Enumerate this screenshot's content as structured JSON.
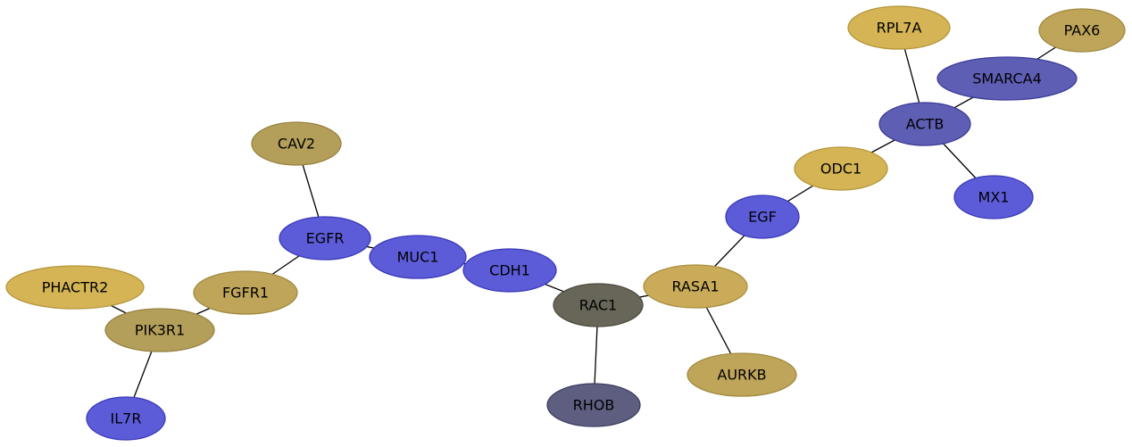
{
  "graph": {
    "nodes": [
      {
        "id": "RPL7A",
        "label": "RPL7A",
        "fill": "#d4b455",
        "stroke": "#b4963a"
      },
      {
        "id": "PAX6",
        "label": "PAX6",
        "fill": "#bfa55a",
        "stroke": "#a08a40"
      },
      {
        "id": "SMARCA4",
        "label": "SMARCA4",
        "fill": "#5e5eb4",
        "stroke": "#3b3b99"
      },
      {
        "id": "ACTB",
        "label": "ACTB",
        "fill": "#5e5eb4",
        "stroke": "#3b3b99"
      },
      {
        "id": "ODC1",
        "label": "ODC1",
        "fill": "#d4b455",
        "stroke": "#b4963a"
      },
      {
        "id": "MX1",
        "label": "MX1",
        "fill": "#5c5cd9",
        "stroke": "#3a3ab8"
      },
      {
        "id": "EGF",
        "label": "EGF",
        "fill": "#5c5cd9",
        "stroke": "#3a3ab8"
      },
      {
        "id": "CAV2",
        "label": "CAV2",
        "fill": "#b49f5a",
        "stroke": "#968240"
      },
      {
        "id": "EGFR",
        "label": "EGFR",
        "fill": "#5c5cd9",
        "stroke": "#3a3ab8"
      },
      {
        "id": "MUC1",
        "label": "MUC1",
        "fill": "#5c5cd9",
        "stroke": "#3a3ab8"
      },
      {
        "id": "CDH1",
        "label": "CDH1",
        "fill": "#5c5cd9",
        "stroke": "#3a3ab8"
      },
      {
        "id": "RASA1",
        "label": "RASA1",
        "fill": "#c9ab5a",
        "stroke": "#aa8e3f"
      },
      {
        "id": "RAC1",
        "label": "RAC1",
        "fill": "#686658",
        "stroke": "#4d4b40"
      },
      {
        "id": "FGFR1",
        "label": "FGFR1",
        "fill": "#bfa55a",
        "stroke": "#a08a40"
      },
      {
        "id": "PHACTR2",
        "label": "PHACTR2",
        "fill": "#d4b455",
        "stroke": "#b4963a"
      },
      {
        "id": "PIK3R1",
        "label": "PIK3R1",
        "fill": "#b49f5a",
        "stroke": "#968240"
      },
      {
        "id": "AURKB",
        "label": "AURKB",
        "fill": "#bfa55a",
        "stroke": "#a08a40"
      },
      {
        "id": "RHOB",
        "label": "RHOB",
        "fill": "#5e5e80",
        "stroke": "#3e3e60"
      },
      {
        "id": "IL7R",
        "label": "IL7R",
        "fill": "#5c5cd9",
        "stroke": "#3a3ab8"
      }
    ],
    "edges": [
      {
        "source": "RPL7A",
        "target": "ACTB"
      },
      {
        "source": "PAX6",
        "target": "SMARCA4"
      },
      {
        "source": "SMARCA4",
        "target": "ACTB"
      },
      {
        "source": "ACTB",
        "target": "ODC1"
      },
      {
        "source": "ACTB",
        "target": "MX1"
      },
      {
        "source": "ODC1",
        "target": "EGF"
      },
      {
        "source": "EGF",
        "target": "RASA1"
      },
      {
        "source": "CAV2",
        "target": "EGFR"
      },
      {
        "source": "EGFR",
        "target": "MUC1"
      },
      {
        "source": "EGFR",
        "target": "FGFR1"
      },
      {
        "source": "MUC1",
        "target": "CDH1"
      },
      {
        "source": "CDH1",
        "target": "RAC1"
      },
      {
        "source": "RAC1",
        "target": "RASA1"
      },
      {
        "source": "RAC1",
        "target": "RHOB"
      },
      {
        "source": "RASA1",
        "target": "AURKB"
      },
      {
        "source": "FGFR1",
        "target": "PIK3R1"
      },
      {
        "source": "PHACTR2",
        "target": "PIK3R1"
      },
      {
        "source": "PIK3R1",
        "target": "IL7R"
      }
    ]
  }
}
